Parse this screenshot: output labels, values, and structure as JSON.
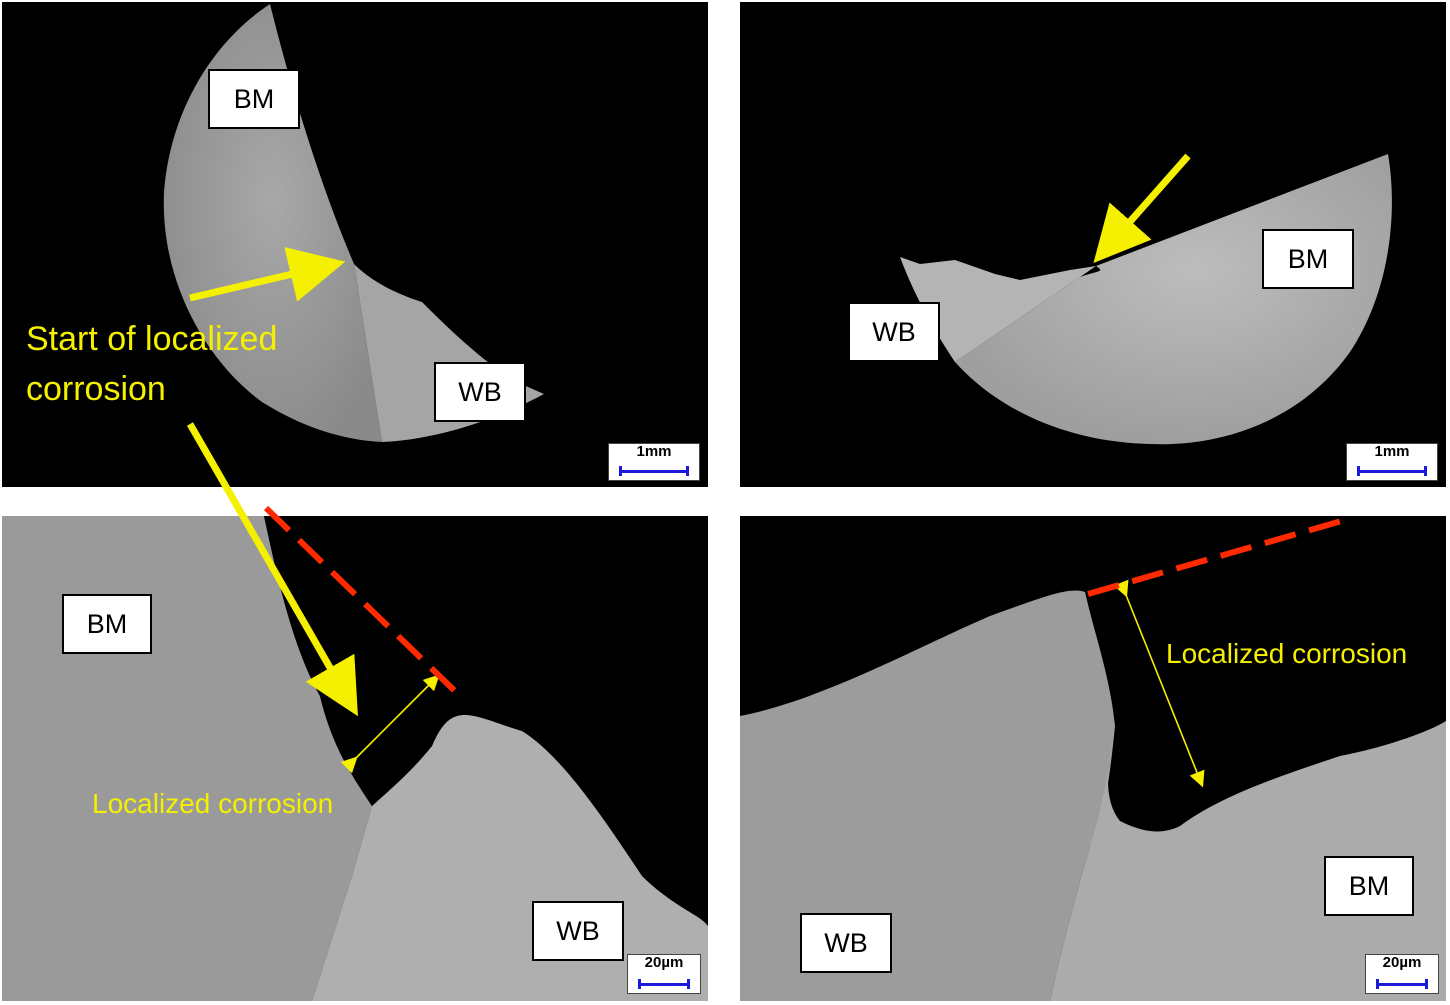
{
  "panels": {
    "top_left": {
      "labels": {
        "bm": "BM",
        "wb": "WB"
      },
      "scalebar": "1mm",
      "annotation": "Start of localized corrosion"
    },
    "top_right": {
      "labels": {
        "bm": "BM",
        "wb": "WB"
      },
      "scalebar": "1mm"
    },
    "bottom_left": {
      "labels": {
        "bm": "BM",
        "wb": "WB"
      },
      "scalebar": "20µm",
      "annotation": "Localized corrosion"
    },
    "bottom_right": {
      "labels": {
        "bm": "BM",
        "wb": "WB"
      },
      "scalebar": "20µm",
      "annotation": "Localized corrosion"
    }
  },
  "colors": {
    "annotation_yellow": "#f5f000",
    "dashed_line_red": "#ff2a00",
    "scale_blue": "#1a1ad8",
    "background": "#000000"
  }
}
